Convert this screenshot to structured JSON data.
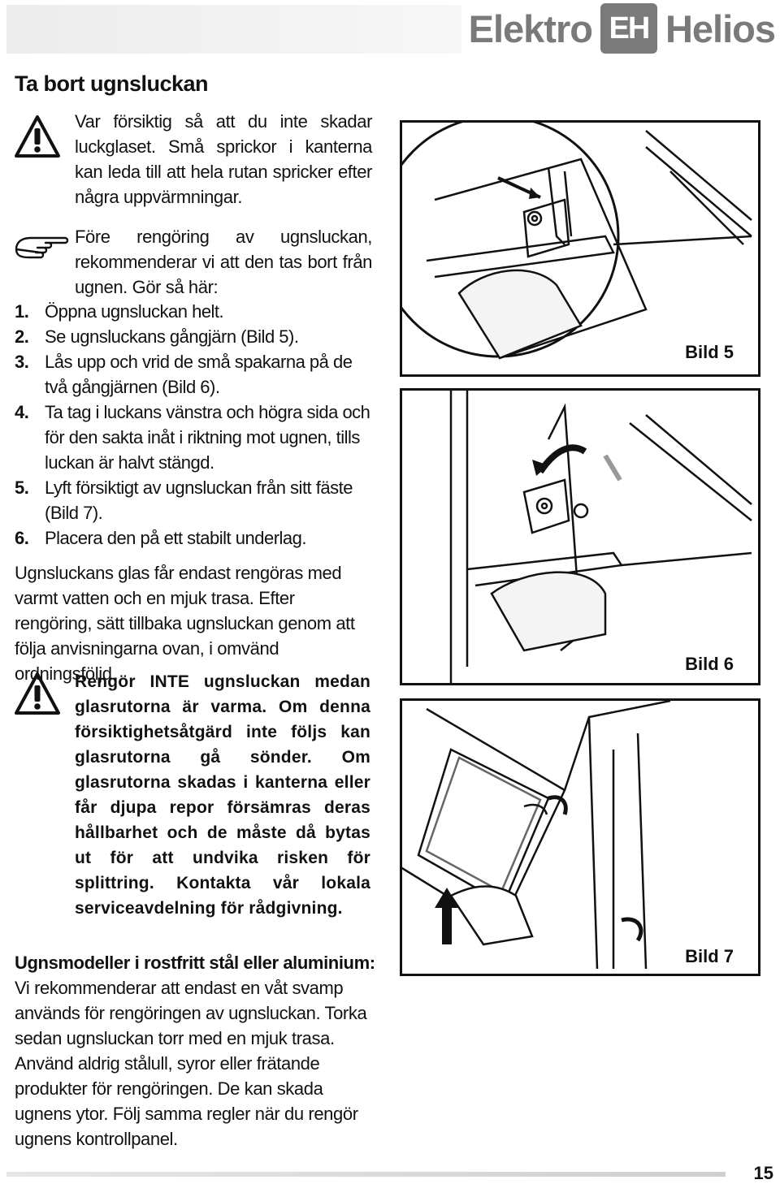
{
  "header": {
    "brand_left": "Elektro",
    "brand_logo": "EH",
    "brand_right": "Helios",
    "brand_color": "#7a7a7a"
  },
  "section": {
    "title": "Ta bort ugnsluckan"
  },
  "warning1": {
    "icon": "warning-triangle-icon",
    "text": "Var försiktig så att du inte skadar luckglaset. Små sprickor i kanterna kan leda till att hela rutan spricker efter några uppvärmningar."
  },
  "note": {
    "icon": "pointing-hand-icon",
    "text": "Före rengöring av ugnsluckan, rekommenderar vi att den tas bort från ugnen. Gör så här:"
  },
  "steps": [
    {
      "num": "1.",
      "text": "Öppna ugnsluckan helt."
    },
    {
      "num": "2.",
      "text": "Se ugnsluckans gångjärn (Bild 5)."
    },
    {
      "num": "3.",
      "text": "Lås upp och vrid de små spakarna på de två gångjärnen (Bild 6)."
    },
    {
      "num": "4.",
      "text": "Ta tag i luckans vänstra och högra sida och för den sakta inåt i riktning mot ugnen, tills luckan är halvt stängd."
    },
    {
      "num": "5.",
      "text": "Lyft försiktigt av ugnsluckan från sitt fäste (Bild 7)."
    },
    {
      "num": "6.",
      "text": "Placera den på ett stabilt underlag."
    }
  ],
  "glass_note": "Ugnsluckans glas får endast rengöras med varmt vatten och en mjuk trasa. Efter rengöring, sätt tillbaka ugnsluckan genom att följa anvisningarna ovan, i omvänd ordningsföljd.",
  "warning2": {
    "icon": "warning-triangle-icon",
    "text": "Rengör INTE ugnsluckan medan glasrutorna är varma. Om denna försiktighetsåtgärd inte följs kan glasrutorna gå sönder. Om glasrutorna skadas i kanterna eller får djupa repor försämras deras hållbarhet och de måste då bytas ut för att undvika risken för splittring. Kontakta vår lokala serviceavdelning för rådgivning."
  },
  "stainless": {
    "heading": "Ugnsmodeller i rostfritt stål eller aluminium:",
    "text1": "Vi rekommenderar att endast en våt svamp används för rengöringen av ugnsluckan. Torka sedan ugnsluckan torr med en mjuk trasa.",
    "text2": "Använd aldrig stålull, syror eller frätande produkter för rengöringen. De kan skada ugnens ytor. Följ samma regler när du rengör ugnens kontrollpanel."
  },
  "figures": [
    {
      "label": "Bild 5"
    },
    {
      "label": "Bild 6"
    },
    {
      "label": "Bild 7"
    }
  ],
  "page_number": "15"
}
